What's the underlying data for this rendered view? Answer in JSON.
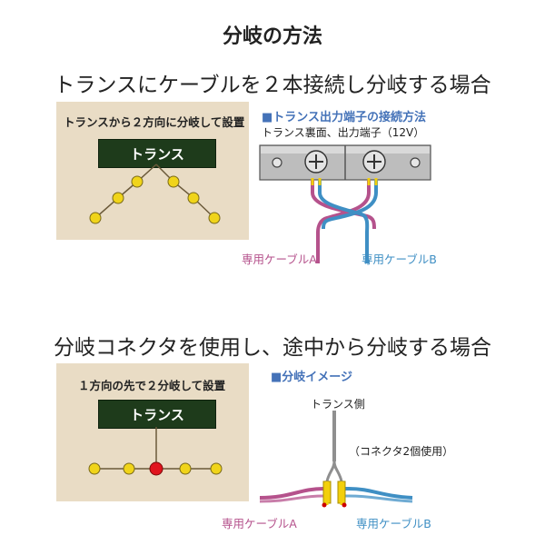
{
  "page": {
    "title": "分岐の方法"
  },
  "section1": {
    "heading": "トランスにケーブルを２本接続し分岐する場合",
    "panel": {
      "caption": "トランスから２方向に分岐して設置",
      "box_label": "トランス"
    },
    "detail": {
      "heading": "■トランス出力端子の接続方法",
      "sub": "トランス裏面、出力端子（12V）",
      "cable_a": "専用ケーブルA",
      "cable_b": "専用ケーブルB"
    }
  },
  "section2": {
    "heading": "分岐コネクタを使用し、途中から分岐する場合",
    "panel": {
      "caption": "１方向の先で２分岐して設置",
      "box_label": "トランス"
    },
    "detail": {
      "heading": "■分岐イメージ",
      "transformer_side": "トランス側",
      "connector_note": "（コネクタ2個使用）",
      "cable_a": "専用ケーブルA",
      "cable_b": "専用ケーブルB"
    }
  },
  "colors": {
    "panel_bg": "#e9dcc5",
    "transformer_box": "#1e3b1b",
    "lamp_yellow": "#f0d41a",
    "branch_red": "#e0141e",
    "cable_a": "#b5528c",
    "cable_b": "#3f8fc4",
    "heading_blue": "#4472b8",
    "connector_yellow": "#f2cf0c"
  }
}
